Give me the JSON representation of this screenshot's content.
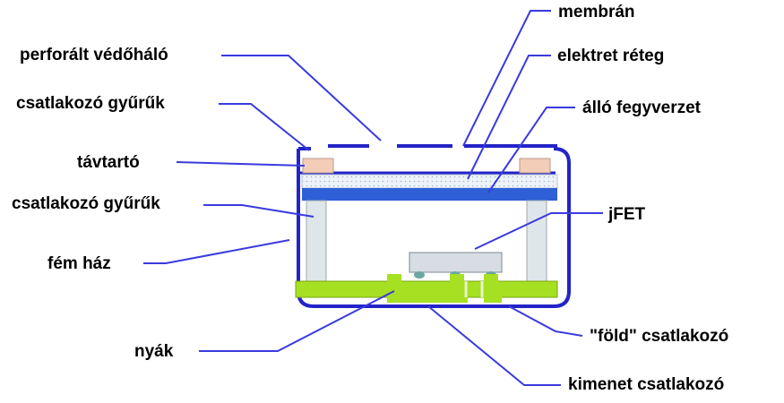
{
  "labels": {
    "membran": "membrán",
    "perforalt_vedohalo": "perforált védőháló",
    "elektret_reteg": "elektret réteg",
    "csatlakozo_gyuruk_top": "csatlakozó gyűrűk",
    "allo_fegyverzet": "álló fegyverzet",
    "tavtarto": "távtartó",
    "csatlakozo_gyuruk_mid": "csatlakozó gyűrűk",
    "jfet": "jFET",
    "fem_haz": "fém ház",
    "nyak": "nyák",
    "fold_csatlakozo": "\"föld\" csatlakozó",
    "kimenet_csatlakozo": "kimenet csatlakozó"
  },
  "colors": {
    "leader": "#3a3ae0",
    "housing": "#2323c8",
    "backplate": "#2e5fd6",
    "electret": "#e4ecf6",
    "spacer": "#f3cdb8",
    "pillar": "#dfe6ea",
    "pcb": "#a6e022",
    "jfet": "#d7dde3"
  }
}
